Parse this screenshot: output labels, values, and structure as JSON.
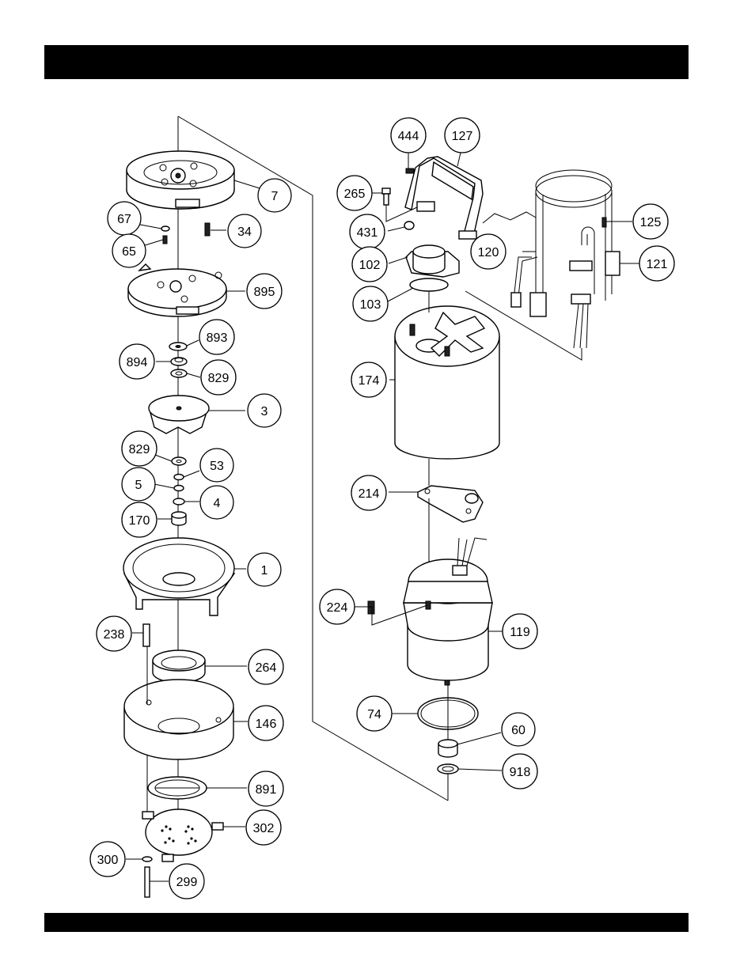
{
  "callouts": [
    {
      "id": "c7",
      "label": "7"
    },
    {
      "id": "c67",
      "label": "67"
    },
    {
      "id": "c65",
      "label": "65"
    },
    {
      "id": "c34",
      "label": "34"
    },
    {
      "id": "c895",
      "label": "895"
    },
    {
      "id": "c893",
      "label": "893"
    },
    {
      "id": "c894",
      "label": "894"
    },
    {
      "id": "c829a",
      "label": "829"
    },
    {
      "id": "c3",
      "label": "3"
    },
    {
      "id": "c829b",
      "label": "829"
    },
    {
      "id": "c53",
      "label": "53"
    },
    {
      "id": "c5",
      "label": "5"
    },
    {
      "id": "c4",
      "label": "4"
    },
    {
      "id": "c170",
      "label": "170"
    },
    {
      "id": "c1",
      "label": "1"
    },
    {
      "id": "c238",
      "label": "238"
    },
    {
      "id": "c264",
      "label": "264"
    },
    {
      "id": "c146",
      "label": "146"
    },
    {
      "id": "c891",
      "label": "891"
    },
    {
      "id": "c302",
      "label": "302"
    },
    {
      "id": "c300",
      "label": "300"
    },
    {
      "id": "c299",
      "label": "299"
    },
    {
      "id": "c444",
      "label": "444"
    },
    {
      "id": "c127",
      "label": "127"
    },
    {
      "id": "c265",
      "label": "265"
    },
    {
      "id": "c431",
      "label": "431"
    },
    {
      "id": "c102",
      "label": "102"
    },
    {
      "id": "c103",
      "label": "103"
    },
    {
      "id": "c120",
      "label": "120"
    },
    {
      "id": "c125",
      "label": "125"
    },
    {
      "id": "c121",
      "label": "121"
    },
    {
      "id": "c174",
      "label": "174"
    },
    {
      "id": "c214",
      "label": "214"
    },
    {
      "id": "c224",
      "label": "224"
    },
    {
      "id": "c119",
      "label": "119"
    },
    {
      "id": "c74",
      "label": "74"
    },
    {
      "id": "c60",
      "label": "60"
    },
    {
      "id": "c918",
      "label": "918"
    }
  ]
}
